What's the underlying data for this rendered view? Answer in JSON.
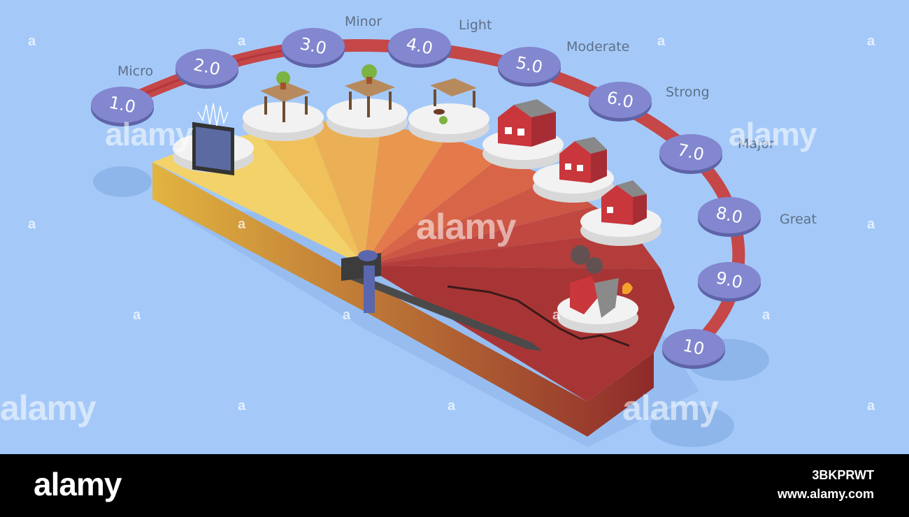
{
  "scale": {
    "levels": [
      {
        "value": "1.0"
      },
      {
        "value": "2.0"
      },
      {
        "value": "3.0"
      },
      {
        "value": "4.0"
      },
      {
        "value": "5.0"
      },
      {
        "value": "6.0"
      },
      {
        "value": "7.0"
      },
      {
        "value": "8.0"
      },
      {
        "value": "9.0"
      },
      {
        "value": "10"
      }
    ],
    "categories": [
      "Micro",
      "Minor",
      "Light",
      "Moderate",
      "Strong",
      "Major",
      "Great"
    ]
  },
  "colors": {
    "background": "#a4c9f9",
    "badge": "#8287cf",
    "track": "#c7403e",
    "sector_yellow": "#f1cd63",
    "sector_red": "#b73737",
    "needle": "#4a4a4a"
  },
  "watermark": {
    "text": "alamy",
    "letter": "a"
  },
  "footer": {
    "brand": "alamy",
    "image_id": "3BKPRWT",
    "site": "www.alamy.com"
  }
}
